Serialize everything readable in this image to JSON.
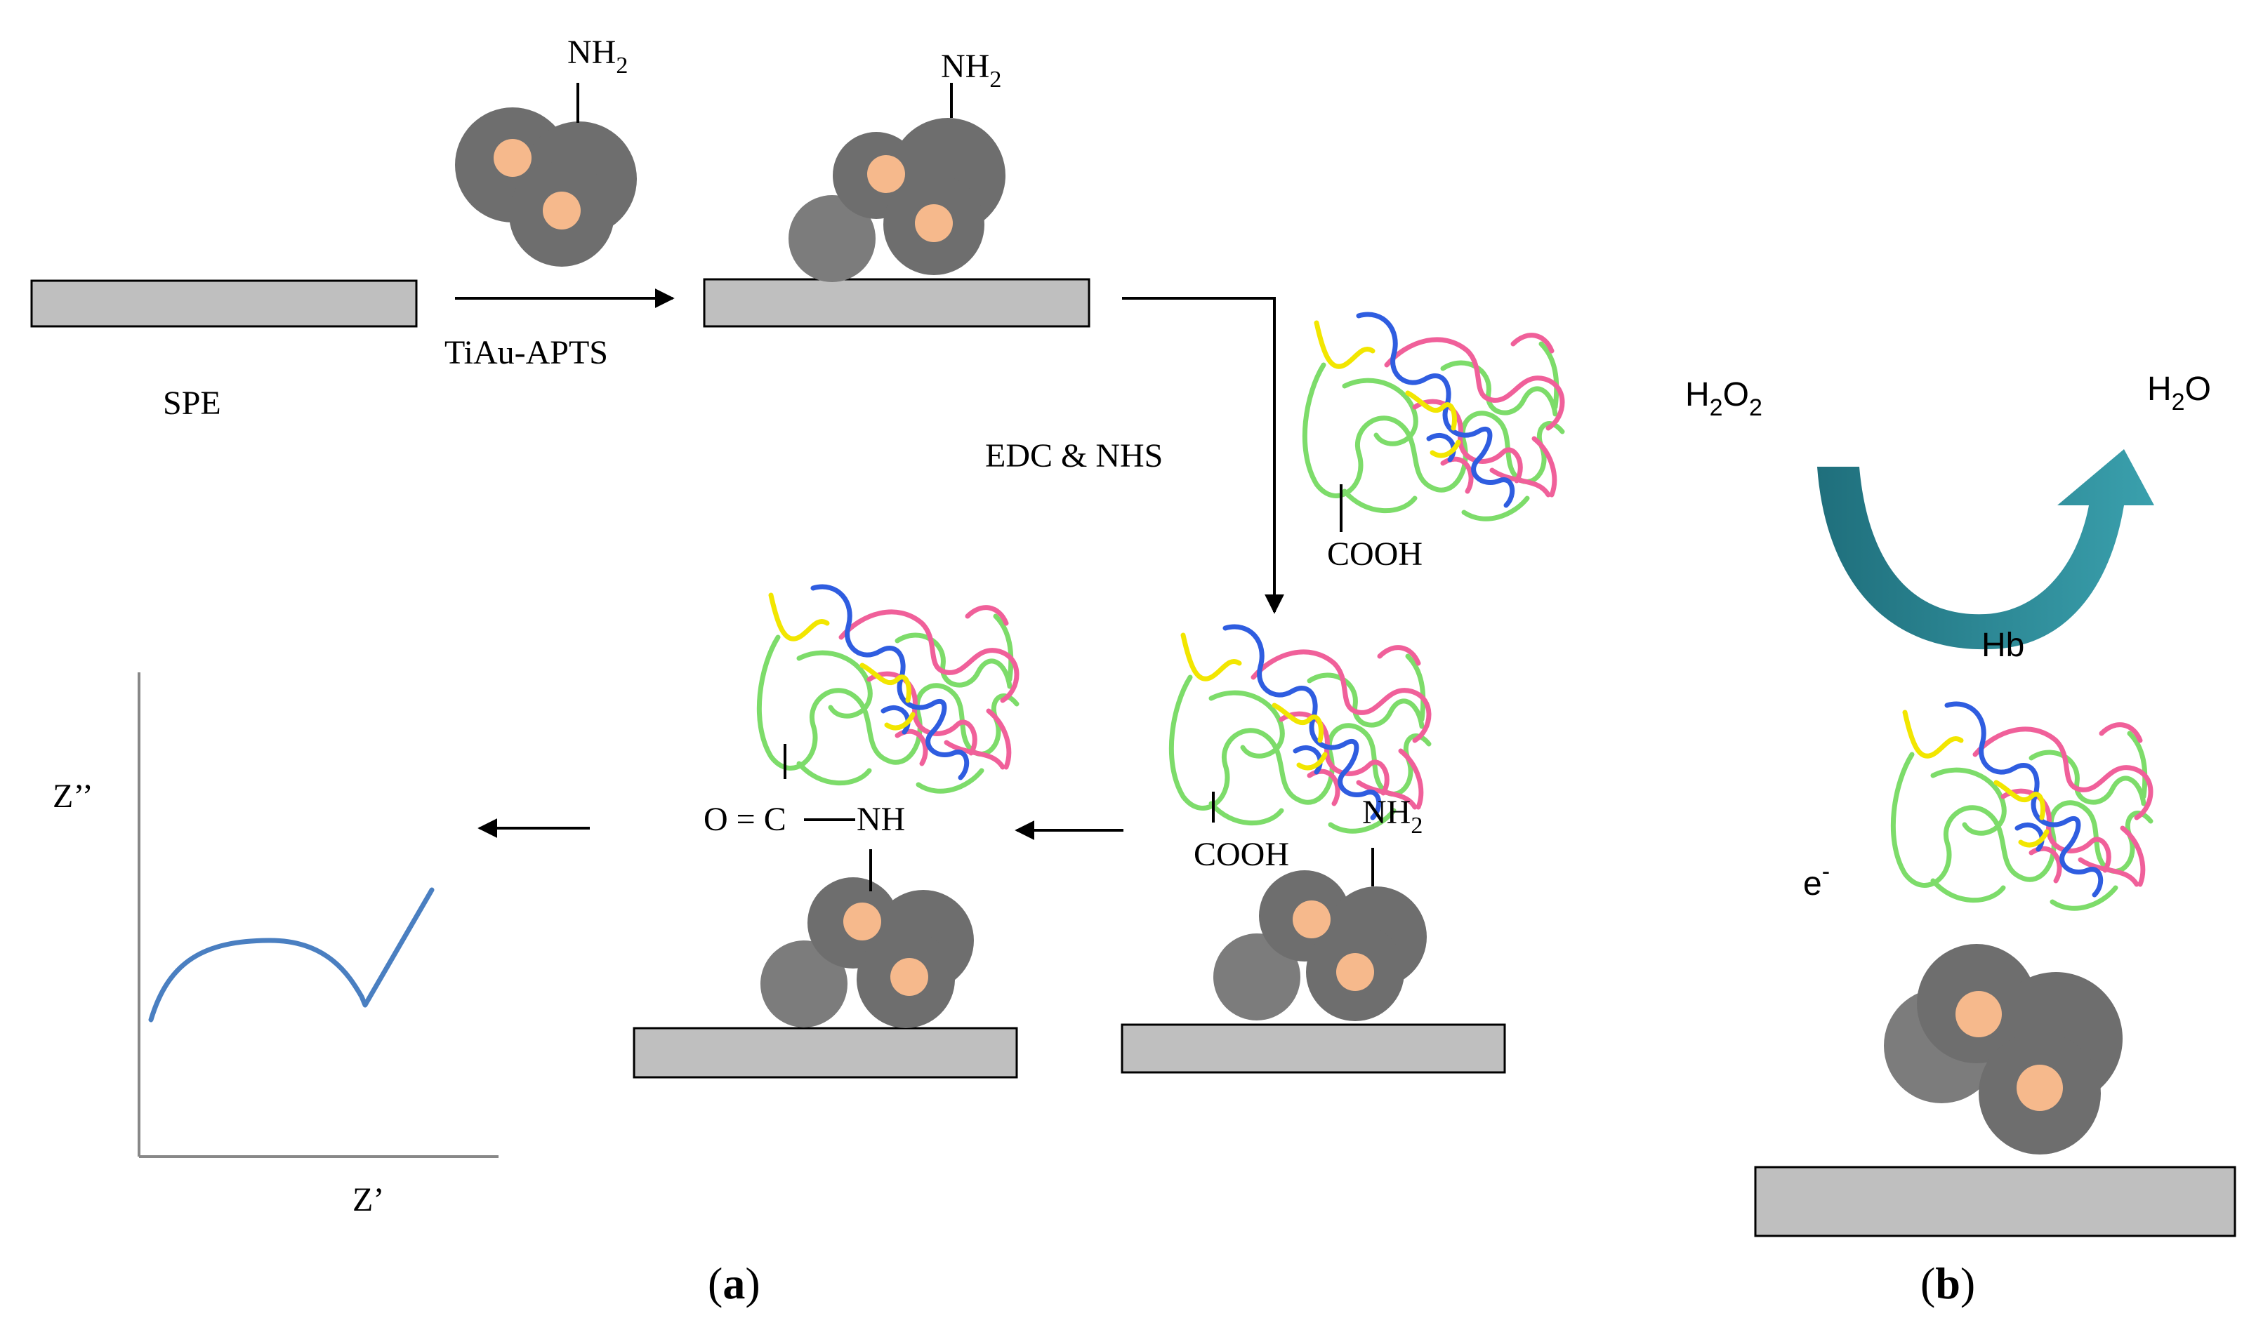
{
  "labels": {
    "spe": "SPE",
    "tiau_apts": "TiAu-APTS",
    "edc_nhs": "EDC & NHS",
    "nh2_1": "NH",
    "nh2_1_sub": "2",
    "nh2_2": "NH",
    "nh2_2_sub": "2",
    "nh2_3": "NH",
    "nh2_3_sub": "2",
    "cooh_1": "COOH",
    "cooh_2": "COOH",
    "amide_left": "O = C",
    "amide_right": "NH",
    "z_double_prime": "Z’’",
    "z_prime": "Z’",
    "h2o2_h": "H",
    "h2o2_sub1": "2",
    "h2o2_o": "O",
    "h2o2_sub2": "2",
    "h2o_h": "H",
    "h2o_sub": "2",
    "h2o_o": "O",
    "hb": "Hb",
    "electron": "e",
    "electron_sup": "-",
    "panel_a_open": "(",
    "panel_a_letter": "a",
    "panel_a_close": ")",
    "panel_b_open": "(",
    "panel_b_letter": "b",
    "panel_b_close": ")"
  },
  "colors": {
    "electrode_fill": "#bfbfbf",
    "particle_dark": "#6e6e6e",
    "particle_mid": "#7c7c7c",
    "core": "#f6b98c",
    "cycle_arrow": "#2e8b98",
    "impedance_curve": "#4a7fc1",
    "strand_green": "#7ddc6a",
    "strand_pink": "#f0609a",
    "strand_blue": "#2f5de0",
    "strand_yellow": "#f2e600"
  }
}
